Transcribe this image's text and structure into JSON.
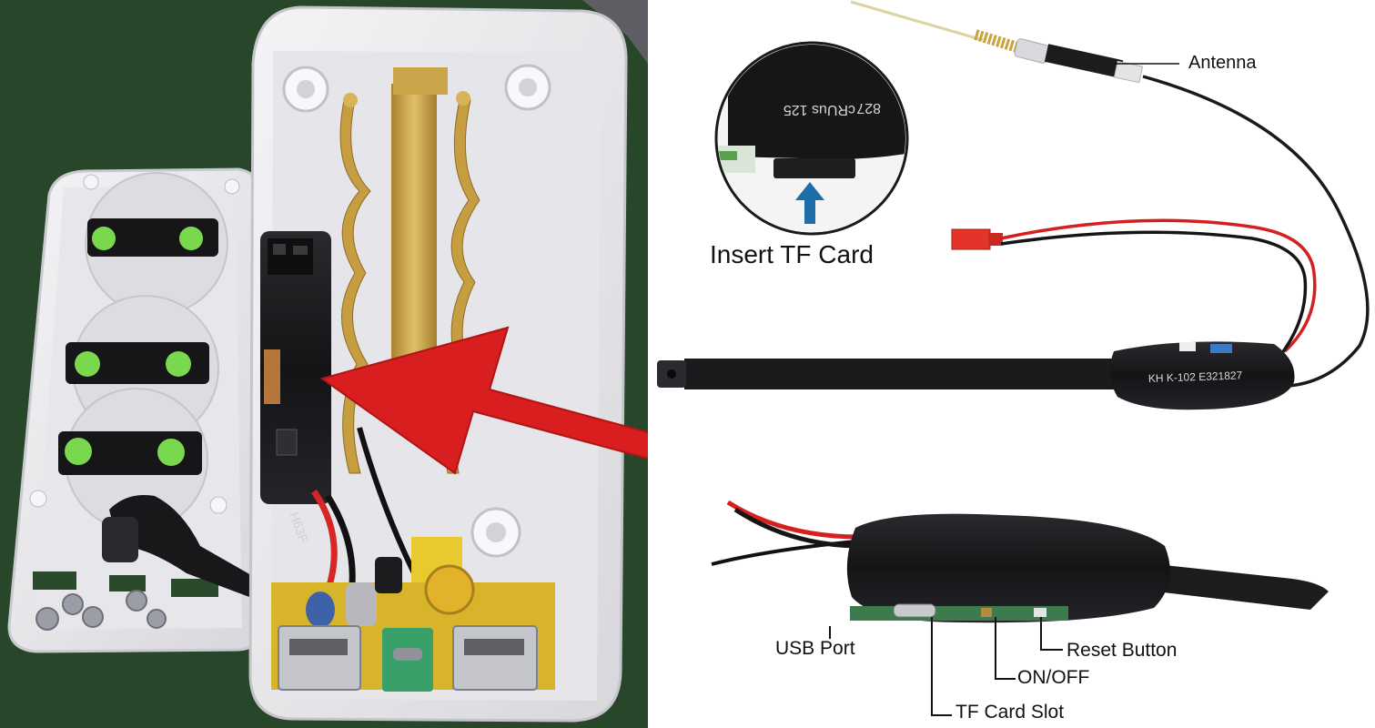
{
  "labels": {
    "antenna": "Antenna",
    "insert_tf_card": "Insert TF Card",
    "usb_port": "USB Port",
    "reset_button": "Reset Button",
    "on_off": "ON/OFF",
    "tf_card_slot": "TF Card Slot"
  },
  "module_markings": {
    "main": "KH  K-102  E321827",
    "partial": "H63F",
    "sd_text": "cRUus  125",
    "sd_text2": "827"
  },
  "colors": {
    "board_green": "#2d4a2b",
    "housing": "#ececee",
    "arrow_red": "#d81e1e",
    "tape_black": "#1a1a1c",
    "brass": "#c9a448",
    "led_green": "#6fd24a"
  }
}
